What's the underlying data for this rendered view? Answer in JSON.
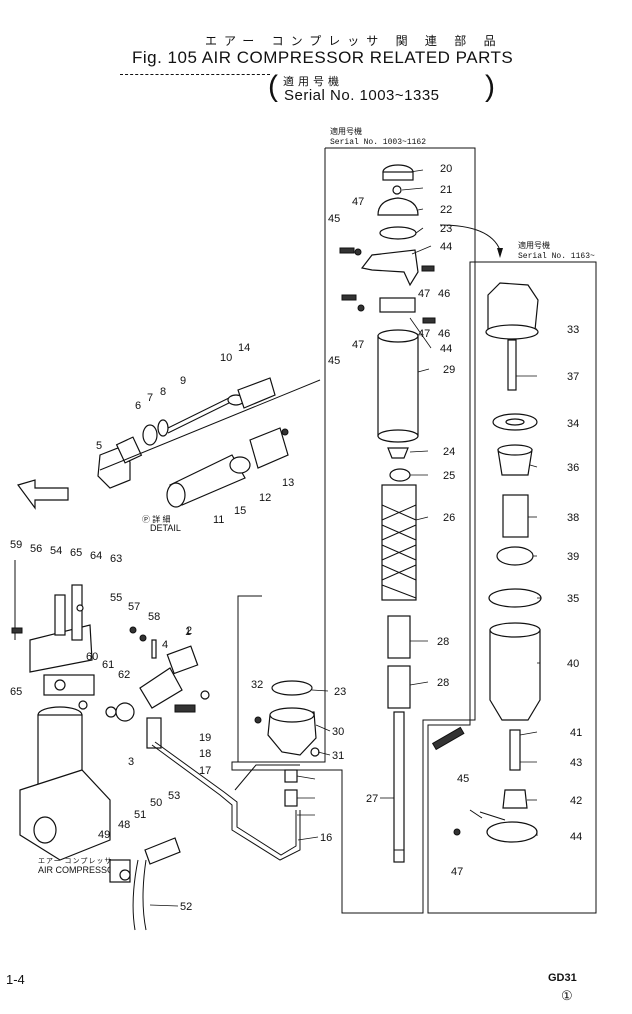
{
  "header": {
    "jp_title": "エアー コンプレッサ 関 連 部 品",
    "title": "Fig. 105  AIR COMPRESSOR RELATED PARTS",
    "jp_serial": "適用号機",
    "serial": "Serial No. 1003~1335"
  },
  "boxes": {
    "left_jp": "適用号機",
    "left_serial": "Serial No. 1003~1162",
    "right_jp": "適用号機",
    "right_serial": "Serial No. 1163~"
  },
  "labels": {
    "detail_mark": "Ⓟ 詳 細",
    "detail": "DETAIL",
    "arrow_jp": "前方",
    "compressor_jp": "エアー コンプレッサ",
    "compressor": "AIR COMPRESSOR"
  },
  "callouts": [
    "1",
    "2",
    "3",
    "4",
    "5",
    "6",
    "7",
    "8",
    "9",
    "10",
    "11",
    "12",
    "13",
    "14",
    "15",
    "16",
    "17",
    "18",
    "19",
    "20",
    "21",
    "22",
    "23",
    "24",
    "25",
    "26",
    "27",
    "28",
    "29",
    "30",
    "31",
    "32",
    "33",
    "34",
    "35",
    "36",
    "37",
    "38",
    "39",
    "40",
    "41",
    "42",
    "43",
    "44",
    "45",
    "46",
    "47",
    "48",
    "49",
    "50",
    "51",
    "52",
    "53",
    "54",
    "55",
    "56",
    "57",
    "58",
    "59",
    "60",
    "61",
    "62",
    "63",
    "64",
    "65"
  ],
  "footer": {
    "page": "1-4",
    "code": "GD31",
    "rev": "①"
  }
}
